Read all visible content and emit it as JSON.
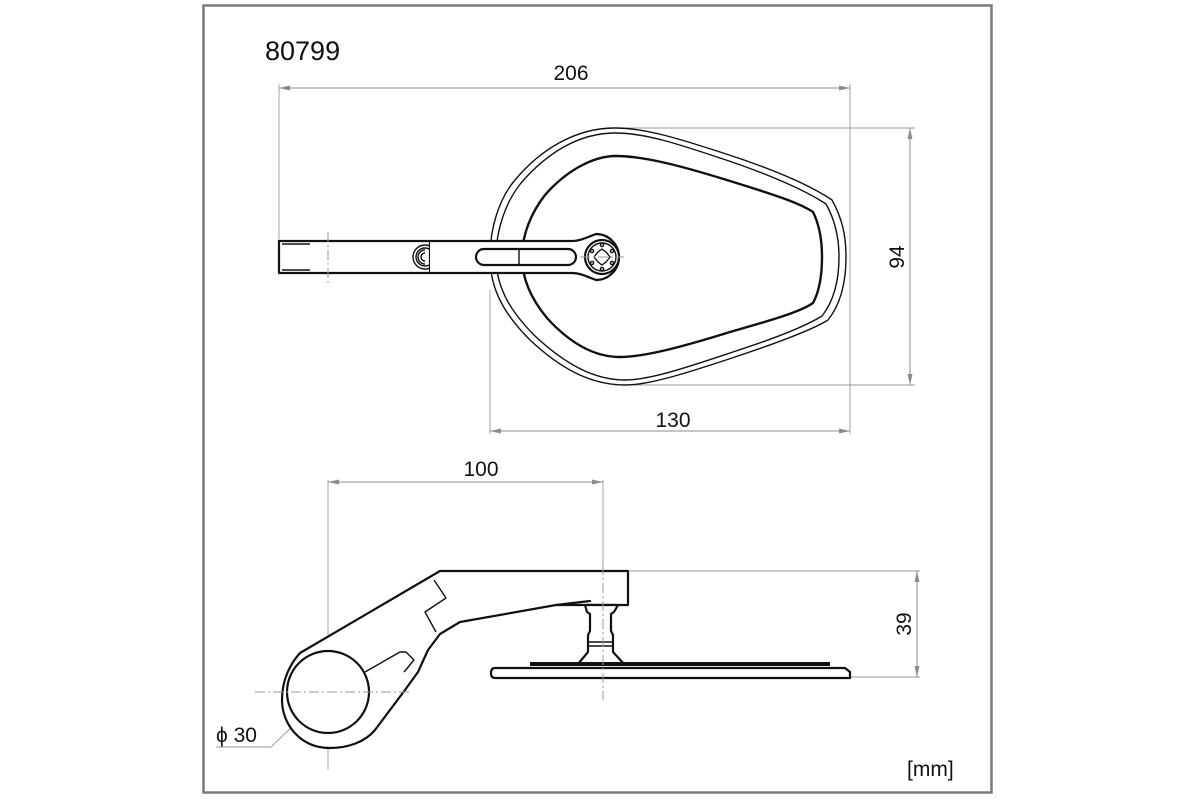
{
  "drawing": {
    "part_number": "80799",
    "units_label": "[mm]",
    "colors": {
      "line": "#111111",
      "dimension": "#8c8c8c",
      "frame": "#7a7a7a",
      "background": "#ffffff"
    },
    "top_view": {
      "dimensions": {
        "overall_length": "206",
        "mirror_width": "130",
        "mirror_height": "94"
      }
    },
    "side_view": {
      "dimensions": {
        "arm_reach": "100",
        "overall_height": "39",
        "clamp_diameter": "ϕ 30"
      }
    }
  }
}
